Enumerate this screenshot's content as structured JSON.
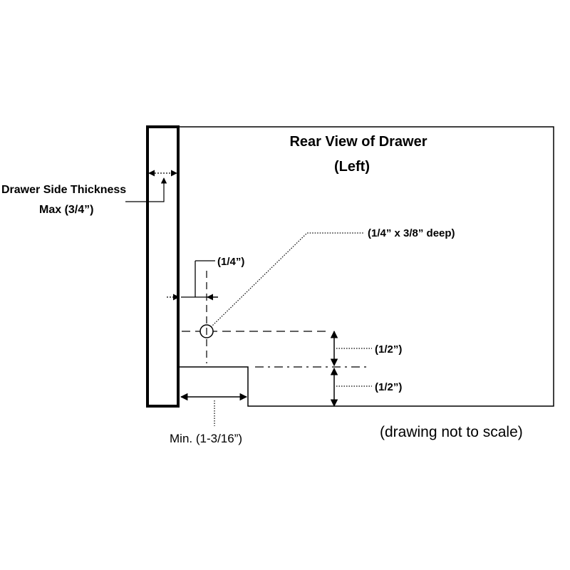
{
  "diagram": {
    "title_line1": "Rear View of Drawer",
    "title_line2": "(Left)",
    "side_thickness_line1": "Drawer Side Thickness",
    "side_thickness_line2": "Max (3/4”)",
    "hole_offset": "(1/4”)",
    "hole_spec": "(1/4” x 3/8” deep)",
    "upper_height": "(1/2”)",
    "lower_height": "(1/2”)",
    "min_notch": "Min. (1-3/16”)",
    "scale_note": "(drawing not to scale)"
  }
}
